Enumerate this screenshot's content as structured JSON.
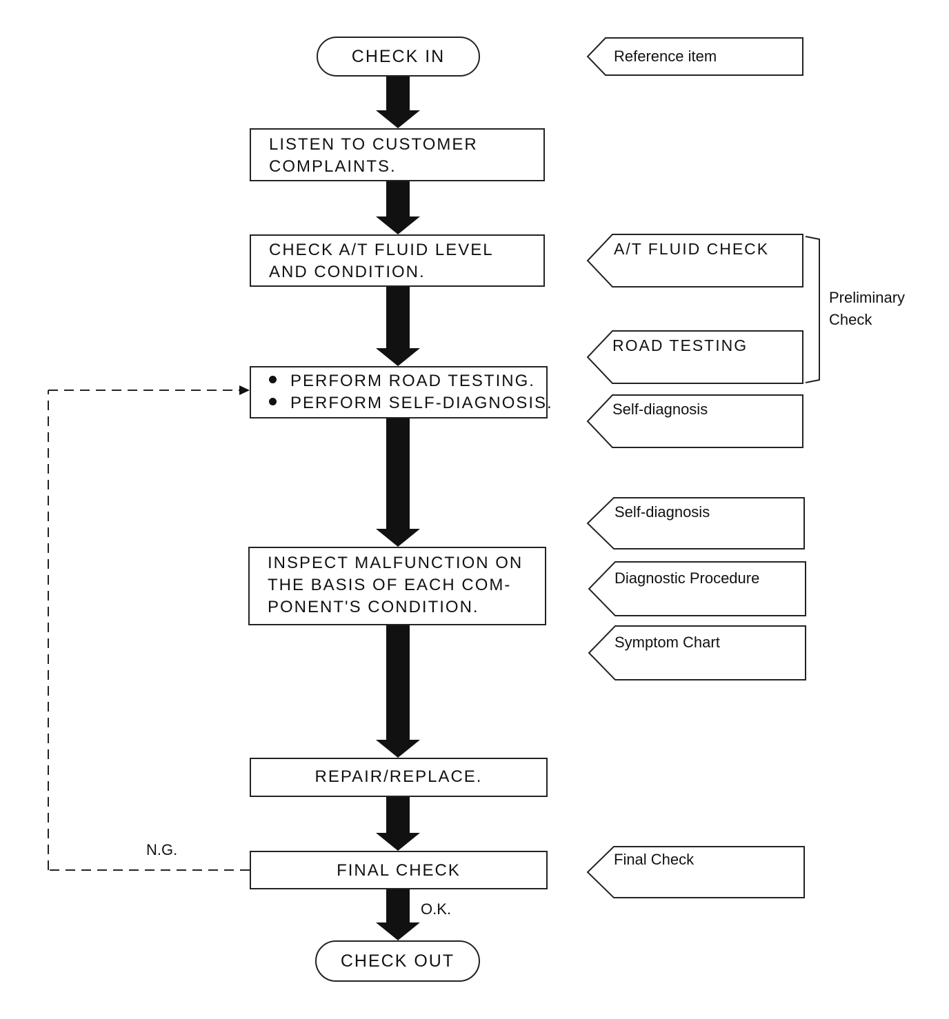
{
  "flow": {
    "check_in": "CHECK IN",
    "listen_line1": "LISTEN TO CUSTOMER",
    "listen_line2": "COMPLAINTS.",
    "fluid_line1": "CHECK A/T FLUID LEVEL",
    "fluid_line2": "AND CONDITION.",
    "perform_road": "PERFORM ROAD TESTING.",
    "perform_self": "PERFORM SELF-DIAGNOSIS.",
    "inspect_line1": "INSPECT MALFUNCTION ON",
    "inspect_line2": "THE BASIS OF EACH COM-",
    "inspect_line3": "PONENT'S CONDITION.",
    "repair": "REPAIR/REPLACE.",
    "final_check": "FINAL CHECK",
    "check_out": "CHECK OUT",
    "ng": "N.G.",
    "ok": "O.K."
  },
  "refs": {
    "reference_item": "Reference item",
    "at_fluid_check": "A/T FLUID CHECK",
    "road_testing": "ROAD TESTING",
    "self_diagnosis_1": "Self-diagnosis",
    "self_diagnosis_2": "Self-diagnosis",
    "diagnostic_procedure": "Diagnostic Procedure",
    "symptom_chart": "Symptom Chart",
    "final_check": "Final Check"
  },
  "side": {
    "preliminary_line1": "Preliminary",
    "preliminary_line2": "Check"
  }
}
